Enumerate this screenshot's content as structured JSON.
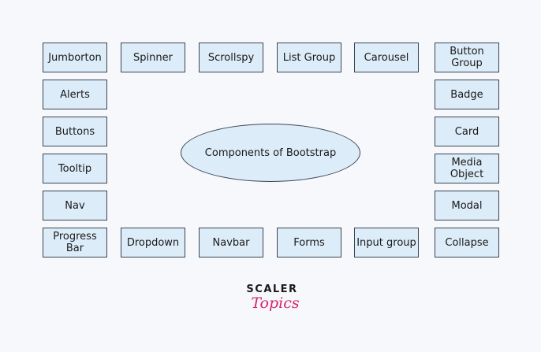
{
  "diagram": {
    "center_label": "Components of Bootstrap",
    "components": {
      "jumborton": "Jumborton",
      "spinner": "Spinner",
      "scrollspy": "Scrollspy",
      "list_group": "List Group",
      "carousel": "Carousel",
      "button_group": "Button\nGroup",
      "alerts": "Alerts",
      "badge": "Badge",
      "buttons": "Buttons",
      "card": "Card",
      "tooltip": "Tooltip",
      "media_object": "Media\nObject",
      "nav": "Nav",
      "modal": "Modal",
      "progress_bar": "Progress\nBar",
      "dropdown": "Dropdown",
      "navbar": "Navbar",
      "forms": "Forms",
      "input_group": "Input group",
      "collapse": "Collapse"
    }
  },
  "logo": {
    "brand": "SCALER",
    "sub": "Topics"
  },
  "colors": {
    "box_fill": "#dcecf8",
    "box_border": "#3a4552",
    "background": "#f7f8fb",
    "logo_accent": "#d6246e"
  }
}
